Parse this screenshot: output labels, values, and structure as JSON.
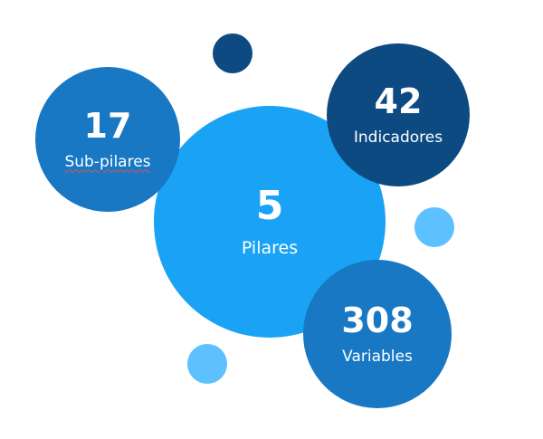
{
  "colors": {
    "pilares": "#1aa3f5",
    "subpilares": "#1878c4",
    "indicadores": "#0d4a82",
    "variables": "#1878c4",
    "dot_dark": "#0d4a82",
    "dot_light": "#5ec1ff"
  },
  "bubbles": {
    "pilares": {
      "value": "5",
      "label": "Pilares"
    },
    "subpilares": {
      "value": "17",
      "label": "Sub-pilares"
    },
    "indicadores": {
      "value": "42",
      "label": "Indicadores"
    },
    "variables": {
      "value": "308",
      "label": "Variables"
    }
  }
}
